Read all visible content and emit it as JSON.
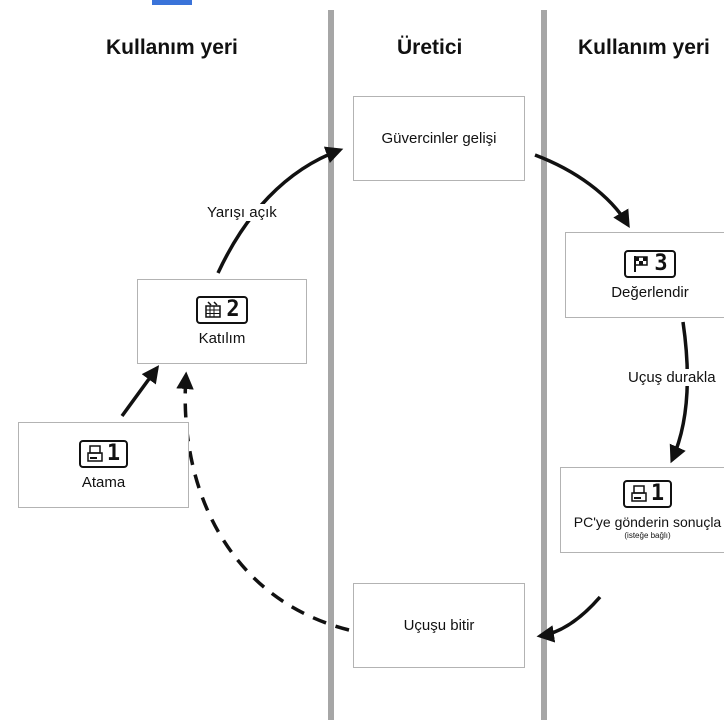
{
  "columns": {
    "left": "Kullanım yeri",
    "center": "Üretici",
    "right": "Kullanım yeri"
  },
  "boxes": {
    "atama": {
      "label": "Atama",
      "step": "1",
      "icon": "printer-icon"
    },
    "katilim": {
      "label": "Katılım",
      "step": "2",
      "icon": "basket-icon"
    },
    "guvercinler": {
      "label": "Güvercinler gelişi"
    },
    "degerlendir": {
      "label": "Değerlendir",
      "step": "3",
      "icon": "flag-icon"
    },
    "pc": {
      "label": "PC'ye gönderin sonuçla",
      "sublabel": "(isteğe bağlı)",
      "step": "1",
      "icon": "printer-icon"
    },
    "ucusu_bitir": {
      "label": "Uçuşu bitir"
    }
  },
  "edges": {
    "yarisi_acik": "Yarışı açık",
    "ucus_durakla": "Uçuş durakla"
  },
  "colors": {
    "lane_line": "#a6a6a6",
    "box_border": "#b3b3b3",
    "arrow": "#111111",
    "top_strip": "#3a73d9"
  }
}
